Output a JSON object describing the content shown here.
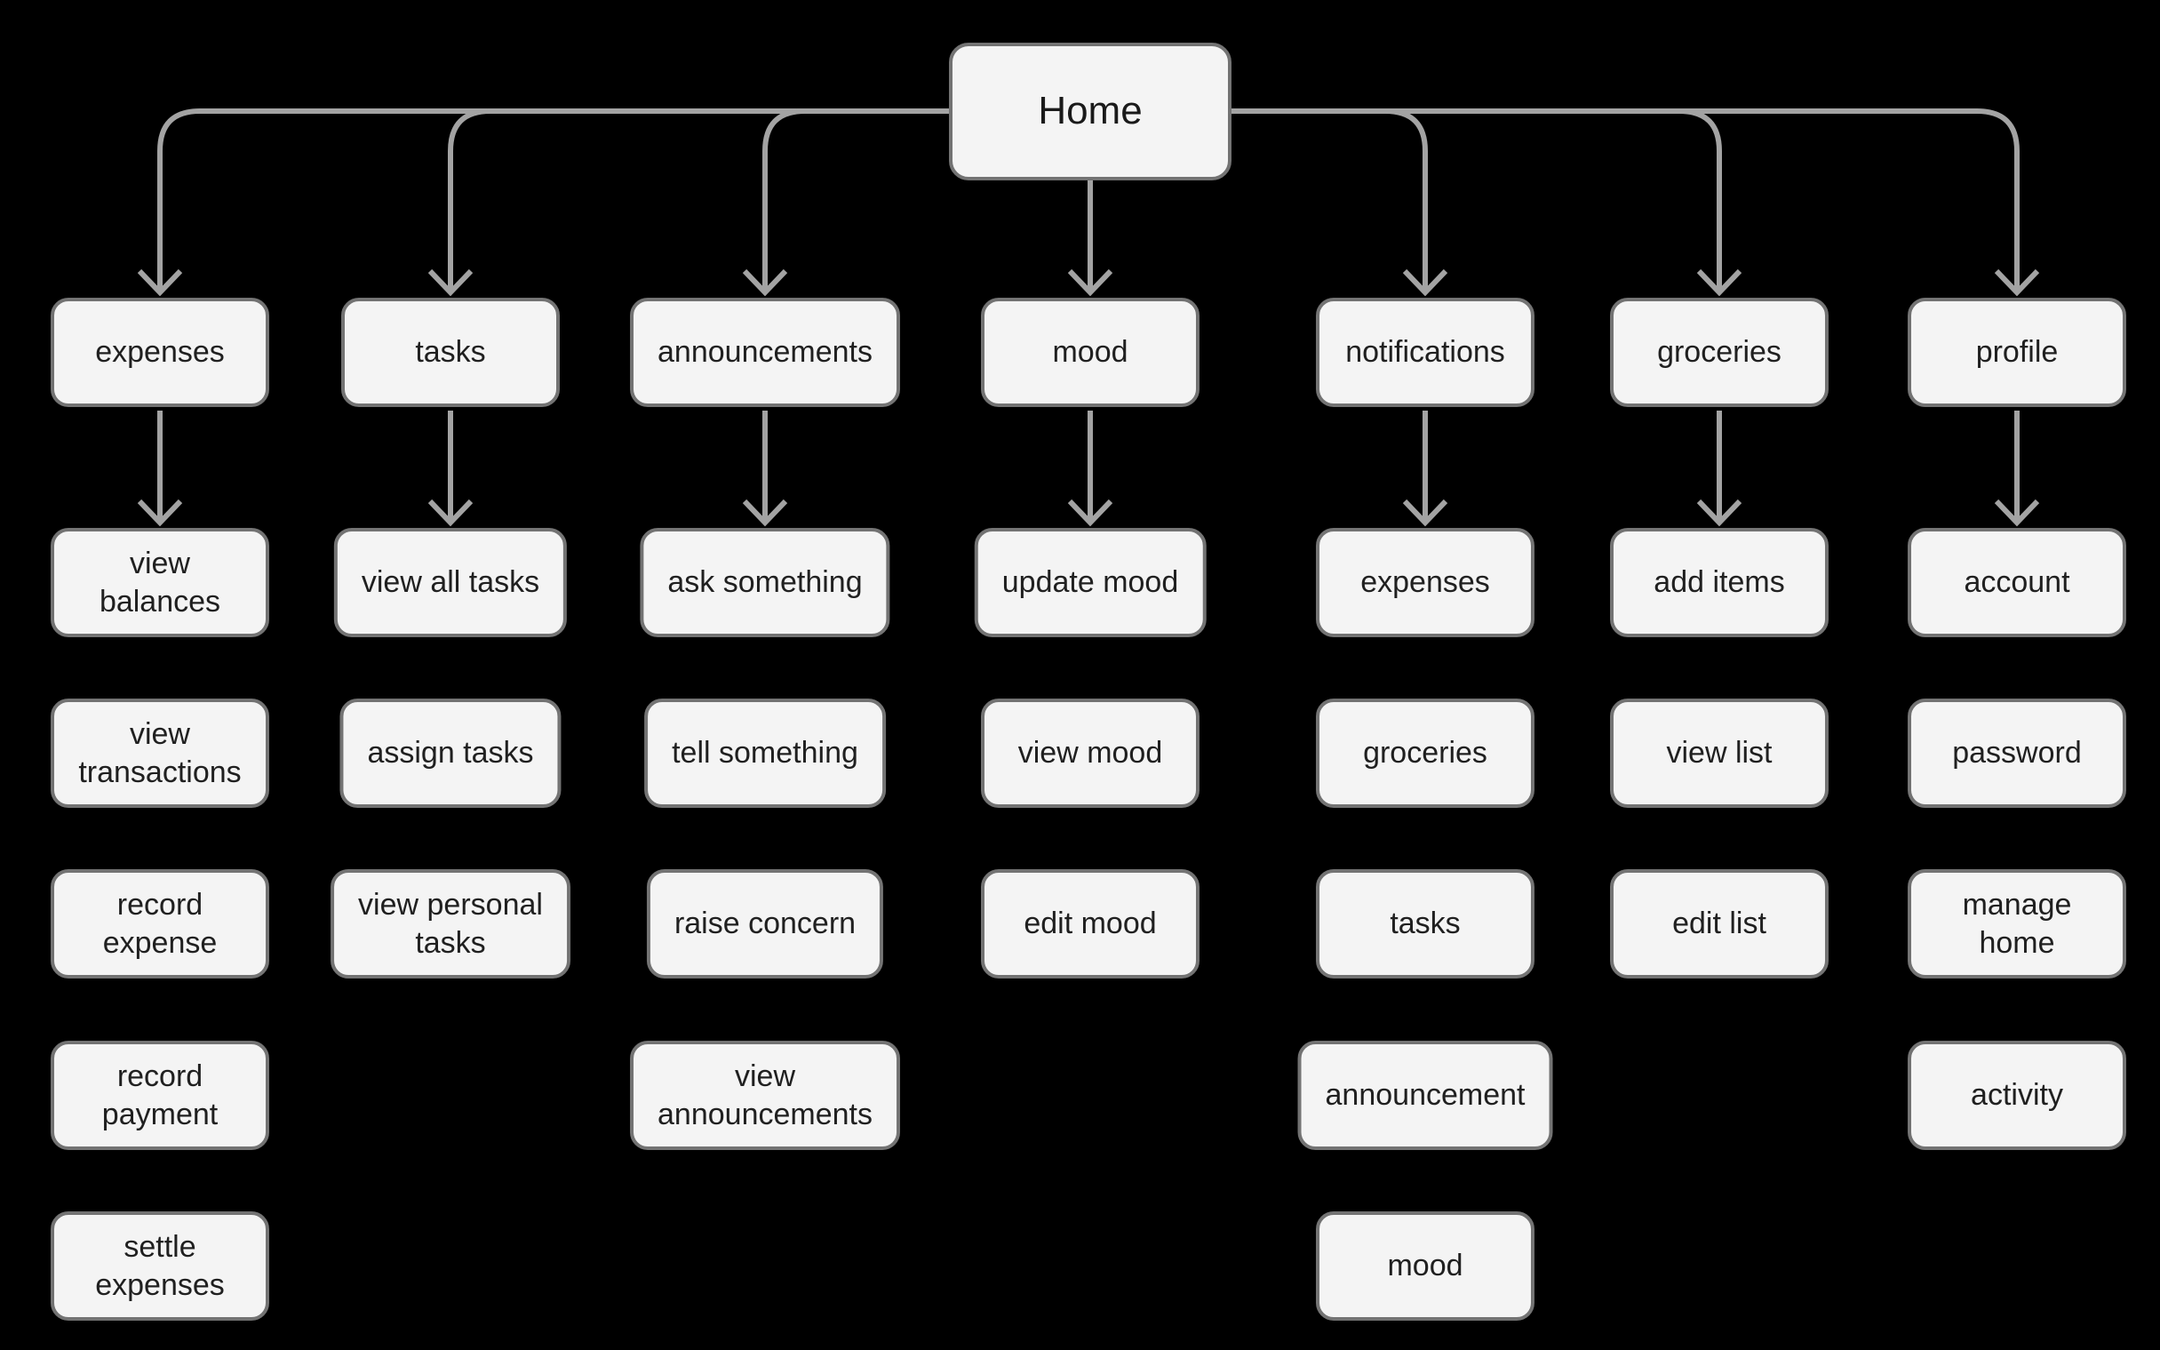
{
  "diagram": {
    "title": "Home sitemap flowchart",
    "root": {
      "label": "Home"
    },
    "columns": [
      {
        "label": "expenses",
        "children": [
          {
            "label": "view\nbalances"
          },
          {
            "label": "view\ntransactions"
          },
          {
            "label": "record\nexpense"
          },
          {
            "label": "record\npayment"
          },
          {
            "label": "settle\nexpenses"
          }
        ]
      },
      {
        "label": "tasks",
        "children": [
          {
            "label": "view all tasks"
          },
          {
            "label": "assign tasks"
          },
          {
            "label": "view personal\ntasks"
          }
        ]
      },
      {
        "label": "announcements",
        "children": [
          {
            "label": "ask something"
          },
          {
            "label": "tell something"
          },
          {
            "label": "raise concern"
          },
          {
            "label": "view\nannouncements"
          }
        ]
      },
      {
        "label": "mood",
        "children": [
          {
            "label": "update mood"
          },
          {
            "label": "view mood"
          },
          {
            "label": "edit mood"
          }
        ]
      },
      {
        "label": "notifications",
        "children": [
          {
            "label": "expenses"
          },
          {
            "label": "groceries"
          },
          {
            "label": "tasks"
          },
          {
            "label": "announcement"
          },
          {
            "label": "mood"
          }
        ]
      },
      {
        "label": "groceries",
        "children": [
          {
            "label": "add items"
          },
          {
            "label": "view list"
          },
          {
            "label": "edit list"
          }
        ]
      },
      {
        "label": "profile",
        "children": [
          {
            "label": "account"
          },
          {
            "label": "password"
          },
          {
            "label": "manage home"
          },
          {
            "label": "activity"
          }
        ]
      }
    ],
    "colors": {
      "background": "#000000",
      "node_fill": "#f4f4f4",
      "node_border": "#737373",
      "edge": "#a3a3a3",
      "text": "#202020"
    }
  }
}
